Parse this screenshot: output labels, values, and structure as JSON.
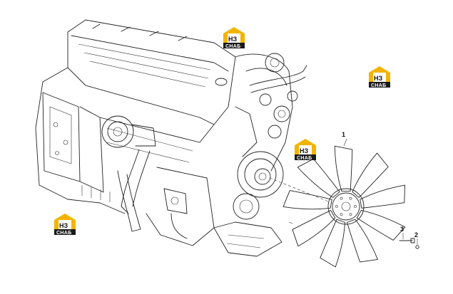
{
  "diagram": {
    "callouts": [
      {
        "id": "1",
        "label": "1"
      },
      {
        "id": "2",
        "label": "2"
      },
      {
        "id": "3",
        "label": "3"
      }
    ]
  },
  "watermark": {
    "brand_letters": "НЗ",
    "brand_word": "СНАБ",
    "roof_color": "#f2b400",
    "band_color": "#1a1a1a"
  },
  "colors": {
    "line": "#222222",
    "background": "#ffffff"
  }
}
